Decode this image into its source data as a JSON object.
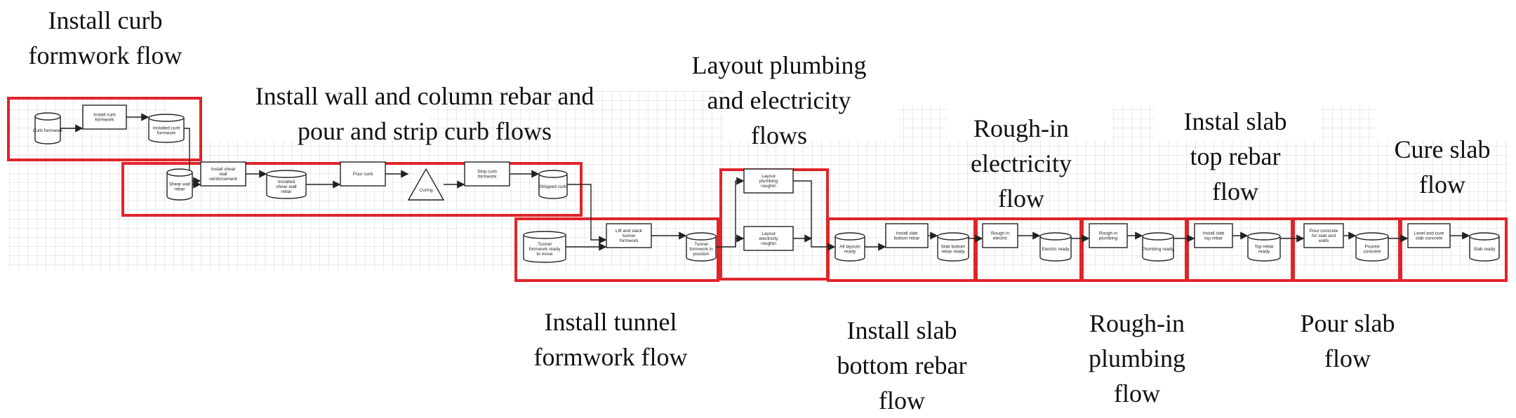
{
  "flows": [
    {
      "id": "curb-formwork",
      "title": [
        "Install curb",
        "formwork flow"
      ],
      "nodes": [
        {
          "shape": "cyl",
          "label": "Curb formwork"
        },
        {
          "shape": "rect",
          "label": "Install curb formwork"
        },
        {
          "shape": "cyl",
          "label": "Installed curb formwork"
        }
      ]
    },
    {
      "id": "wall-rebar",
      "title": [
        "Install wall and column rebar and",
        "pour and strip curb flows"
      ],
      "nodes": [
        {
          "shape": "cyl",
          "label": "Shear wall rebar"
        },
        {
          "shape": "rect",
          "label": "Install shear wall reinforcement"
        },
        {
          "shape": "cyl",
          "label": "Installed shear wall rebar"
        },
        {
          "shape": "rect",
          "label": "Pour curb"
        },
        {
          "shape": "tri",
          "label": "Curing"
        },
        {
          "shape": "rect",
          "label": "Strip curb formwork"
        },
        {
          "shape": "cyl",
          "label": "Stripped curb"
        }
      ]
    },
    {
      "id": "tunnel-formwork",
      "title": [
        "Install tunnel",
        "formwork flow"
      ],
      "nodes": [
        {
          "shape": "cyl",
          "label": "Tunnel formwork ready to move"
        },
        {
          "shape": "rect",
          "label": "Lift and slack tunnel formwork"
        },
        {
          "shape": "cyl",
          "label": "Tunnel formwork in position"
        }
      ]
    },
    {
      "id": "layout",
      "title": [
        "Layout plumbing",
        "and electricity",
        "flows"
      ],
      "nodes": [
        {
          "shape": "rect",
          "label": "Layout plumbing roughin"
        },
        {
          "shape": "rect",
          "label": "Layout electricity roughin"
        }
      ]
    },
    {
      "id": "bottom-rebar",
      "title": [
        "Install slab",
        "bottom rebar",
        "flow"
      ],
      "nodes": [
        {
          "shape": "cyl",
          "label": "All layouts ready"
        },
        {
          "shape": "rect",
          "label": "Install slab bottom rebar"
        },
        {
          "shape": "cyl",
          "label": "Slab bottom rebar ready"
        }
      ]
    },
    {
      "id": "electricity",
      "title": [
        "Rough-in",
        "electricity",
        "flow"
      ],
      "nodes": [
        {
          "shape": "rect",
          "label": "Rough in electric"
        },
        {
          "shape": "cyl",
          "label": "Electric ready"
        }
      ]
    },
    {
      "id": "plumbing",
      "title": [
        "Rough-in",
        "plumbing",
        "flow"
      ],
      "nodes": [
        {
          "shape": "rect",
          "label": "Rough in plumbing"
        },
        {
          "shape": "cyl",
          "label": "Plumbing ready"
        }
      ]
    },
    {
      "id": "top-rebar",
      "title": [
        "Instal slab",
        "top rebar",
        "flow"
      ],
      "nodes": [
        {
          "shape": "rect",
          "label": "Install slab top rebar"
        },
        {
          "shape": "cyl",
          "label": "Top rebar ready"
        }
      ]
    },
    {
      "id": "pour-slab",
      "title": [
        "Pour slab",
        "flow"
      ],
      "nodes": [
        {
          "shape": "rect",
          "label": "Pour concrete for slab and walls"
        },
        {
          "shape": "cyl",
          "label": "Poured concrete"
        }
      ]
    },
    {
      "id": "cure-slab",
      "title": [
        "Cure slab",
        "flow"
      ],
      "nodes": [
        {
          "shape": "rect",
          "label": "Level and cure slab concrete"
        },
        {
          "shape": "cyl",
          "label": "Slab ready"
        }
      ]
    }
  ],
  "colors": {
    "highlight": "#e0242a",
    "grid": "#d4d4d4",
    "node": "#222222"
  }
}
